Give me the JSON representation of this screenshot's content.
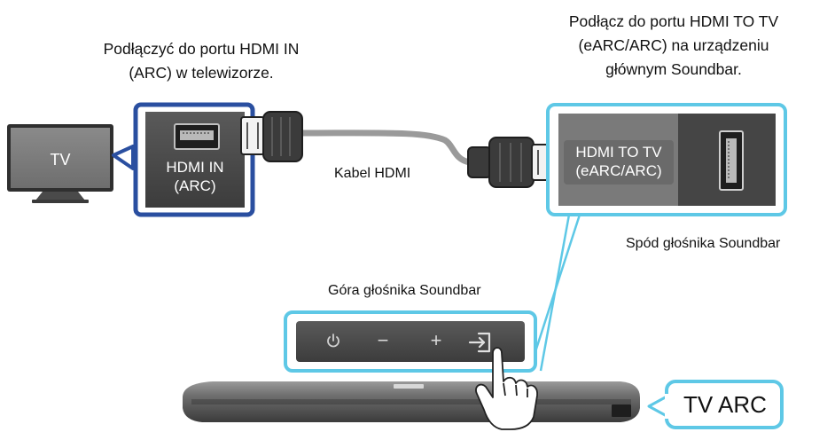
{
  "captions": {
    "tv_port_line1": "Podłączyć do portu HDMI IN",
    "tv_port_line2": "(ARC) w telewizorze.",
    "soundbar_port_line1": "Podłącz do portu HDMI TO TV",
    "soundbar_port_line2": "(eARC/ARC) na urządzeniu",
    "soundbar_port_line3": "głównym Soundbar."
  },
  "tv": {
    "label": "TV"
  },
  "tv_port": {
    "line1": "HDMI IN",
    "line2": "(ARC)"
  },
  "cable": {
    "label": "Kabel HDMI"
  },
  "soundbar_port": {
    "line1": "HDMI TO TV",
    "line2": "(eARC/ARC)"
  },
  "labels": {
    "soundbar_bottom": "Spód głośnika Soundbar",
    "soundbar_top": "Góra głośnika Soundbar"
  },
  "buttons": {
    "minus": "−",
    "plus": "+"
  },
  "mode_badge": {
    "text": "TV ARC"
  },
  "colors": {
    "tv_highlight": "#2a4fa0",
    "soundbar_highlight": "#5ec8e6",
    "panel_dark": "#3a3a3a",
    "label_chip": "#6a6a6a"
  },
  "icons": [
    "power-icon",
    "source-input-icon",
    "hand-pointer-icon",
    "hdmi-port-icon",
    "hdmi-plug-icon"
  ]
}
